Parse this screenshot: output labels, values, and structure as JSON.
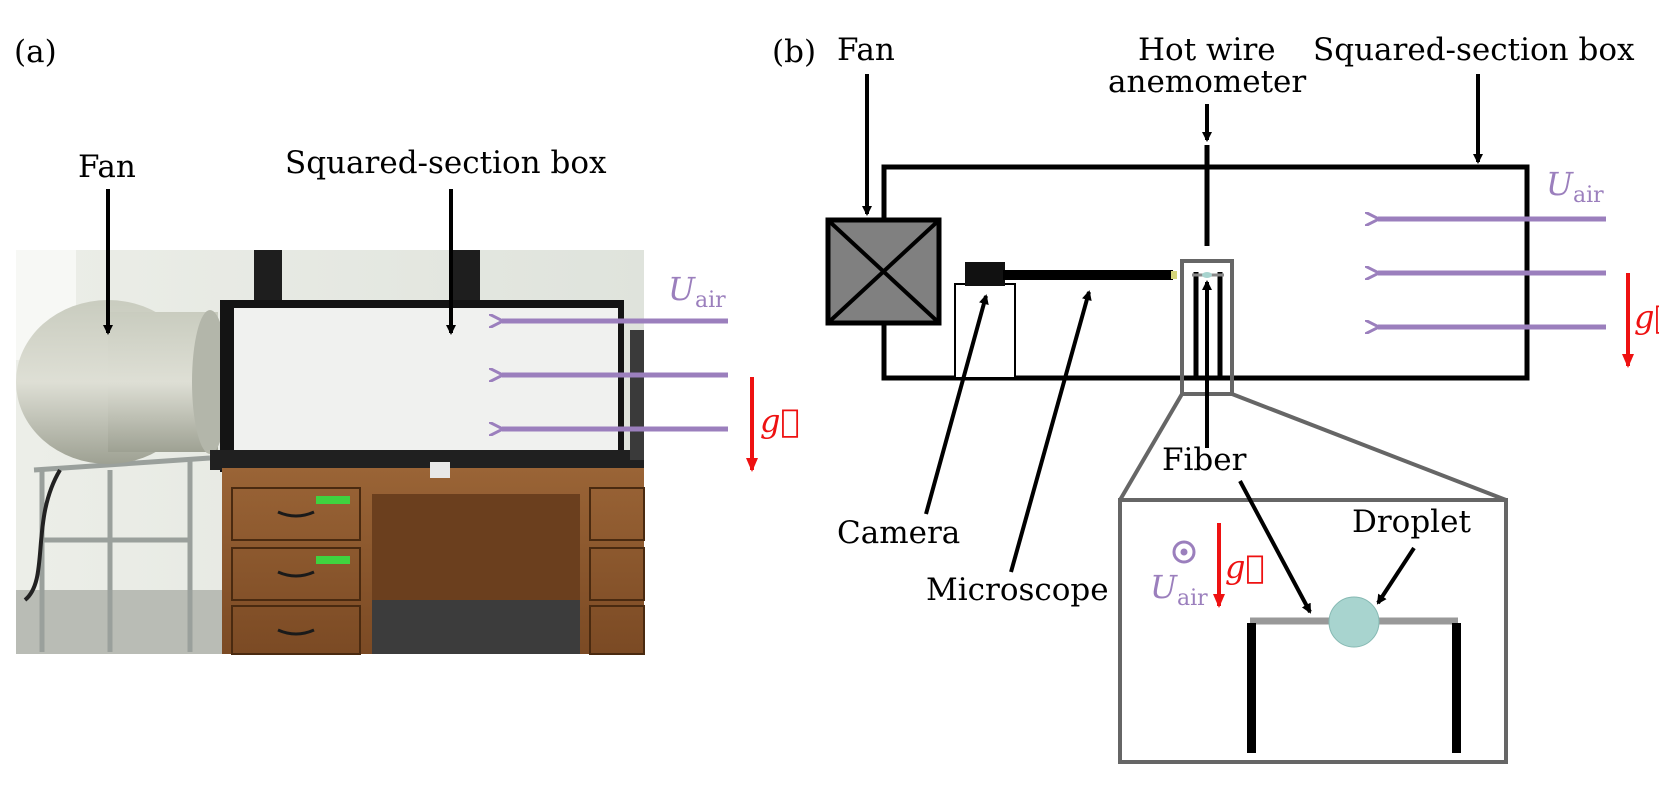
{
  "panel_a": {
    "tag": "(a)",
    "fan_label": "Fan",
    "box_label": "Squared-section box",
    "uair_symbol": "U",
    "uair_subscript": "air",
    "gravity_symbol": "g⃗"
  },
  "panel_b": {
    "tag": "(b)",
    "fan_label": "Fan",
    "hotwire_label_line1": "Hot wire",
    "hotwire_label_line2": "anemometer",
    "box_label": "Squared-section box",
    "uair_symbol": "U",
    "uair_subscript": "air",
    "gravity_symbol": "g⃗",
    "camera_label": "Camera",
    "microscope_label": "Microscope",
    "fiber_label": "Fiber",
    "droplet_label": "Droplet",
    "inset_uair_symbol": "U",
    "inset_uair_subscript": "air",
    "inset_gravity_symbol": "g⃗"
  },
  "colors": {
    "airflow": "#9b7fbd",
    "gravity": "#ee1111",
    "droplet": "#a8d4cf",
    "inset_frame": "#666666"
  }
}
